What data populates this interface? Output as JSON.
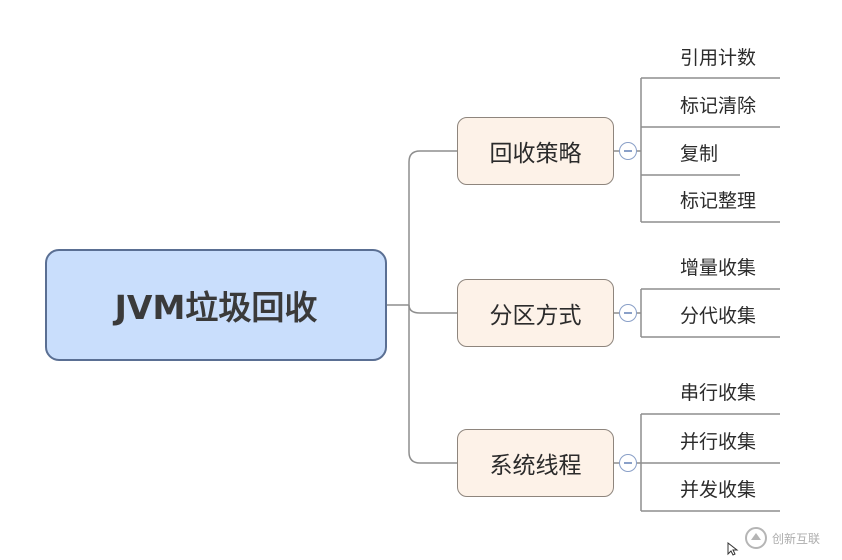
{
  "root": {
    "label": "JVM垃圾回收"
  },
  "branches": [
    {
      "label": "回收策略",
      "leaves": [
        "引用计数",
        "标记清除",
        "复制",
        "标记整理"
      ]
    },
    {
      "label": "分区方式",
      "leaves": [
        "增量收集",
        "分代收集"
      ]
    },
    {
      "label": "系统线程",
      "leaves": [
        "串行收集",
        "并行收集",
        "并发收集"
      ]
    }
  ],
  "watermark": {
    "text": "创新互联"
  },
  "colors": {
    "root_fill": "#c9defc",
    "root_border": "#5a6f93",
    "branch_fill": "#fdf2e8",
    "branch_border": "#8e857d",
    "connector": "#8e8e8e",
    "collapse": "#8aa0c8"
  },
  "icons": {
    "collapse": "minus-circle-icon",
    "watermark": "brand-logo-icon"
  }
}
